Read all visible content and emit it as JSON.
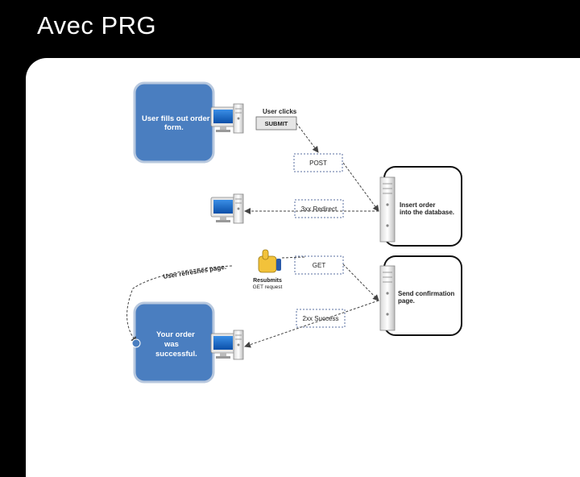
{
  "slide": {
    "title": "Avec PRG"
  },
  "colors": {
    "box_blue": "#4a7ec0",
    "box_border": "#b8c8de",
    "arrow": "#444444"
  },
  "diagram": {
    "top_box_text": [
      "User fills out order",
      "form."
    ],
    "bottom_box_text": [
      "Your order",
      "was",
      "successful."
    ],
    "user_clicks": "User clicks",
    "submit_button": "SUBMIT",
    "post": "POST",
    "redirect": "3xx Redirect",
    "get": "GET",
    "success": "2xx Success",
    "insert_order": [
      "Insert order",
      "into the database."
    ],
    "send_confirmation": [
      "Send confirmation",
      "page."
    ],
    "resubmits": [
      "Resubmits",
      "GET request"
    ],
    "refresh_label": "User refreshes page."
  }
}
